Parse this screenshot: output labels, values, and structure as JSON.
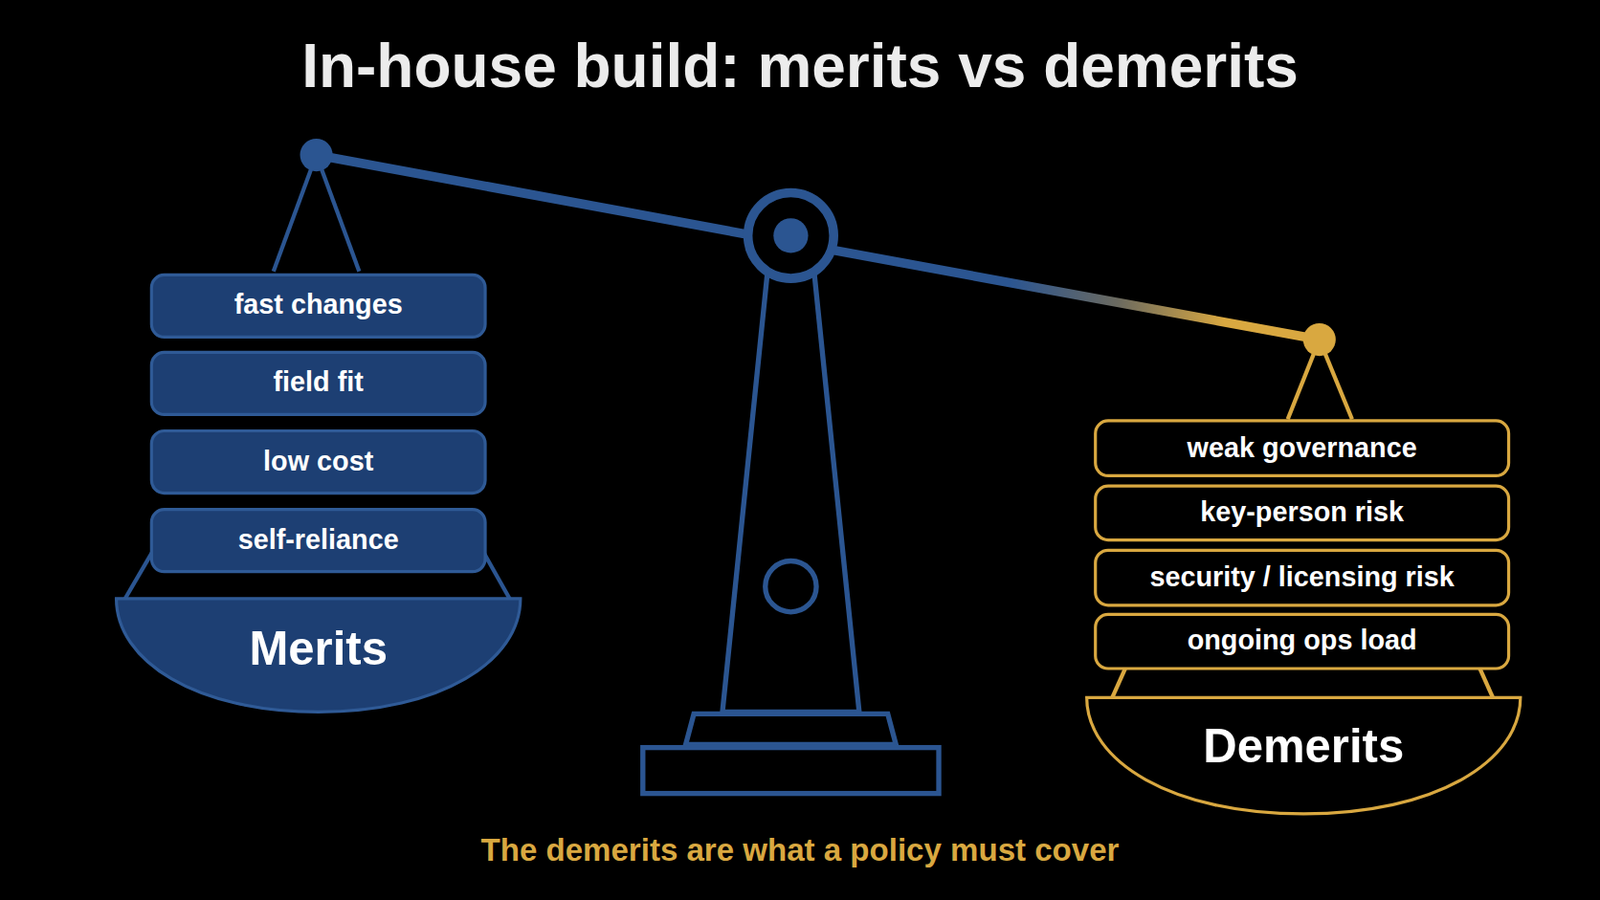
{
  "diagram": {
    "title": "In-house build: merits vs demerits",
    "caption": "The demerits are what a policy must cover",
    "nodes": [
      {
        "text": [
          "fast changes"
        ]
      },
      {
        "text": [
          "field fit"
        ]
      },
      {
        "text": [
          "low cost"
        ]
      },
      {
        "text": [
          "self-reliance"
        ]
      },
      {
        "text": [
          "Merits"
        ]
      },
      {
        "text": [
          "weak governance"
        ]
      },
      {
        "text": [
          "key-person risk"
        ]
      },
      {
        "text": [
          "security / licensing risk"
        ]
      },
      {
        "text": [
          "ongoing ops load"
        ]
      },
      {
        "text": [
          "Demerits"
        ]
      }
    ]
  }
}
